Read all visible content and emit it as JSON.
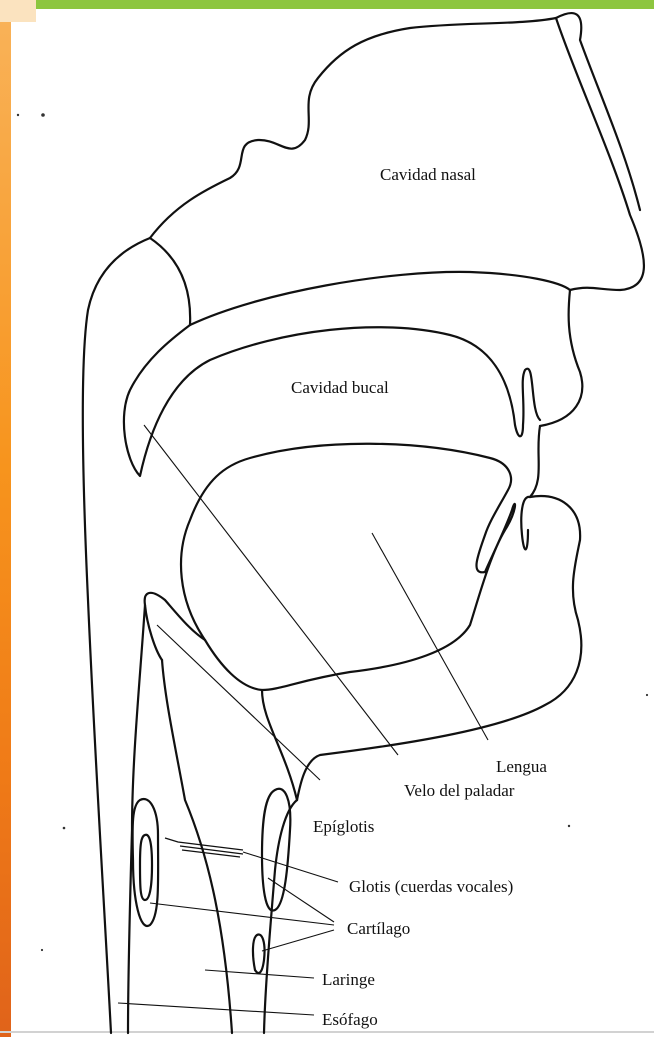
{
  "colors": {
    "top_bar": "#8dc63f",
    "left_strip": "#f7941d",
    "line": "#111111"
  },
  "labels": {
    "nasal_cavity": "Cavidad nasal",
    "oral_cavity": "Cavidad bucal",
    "tongue": "Lengua",
    "soft_palate": "Velo del paladar",
    "epiglottis": "Epíglotis",
    "glottis": "Glotis (cuerdas vocales)",
    "cartilage": "Cartílago",
    "larynx": "Laringe",
    "esophagus": "Esófago"
  }
}
